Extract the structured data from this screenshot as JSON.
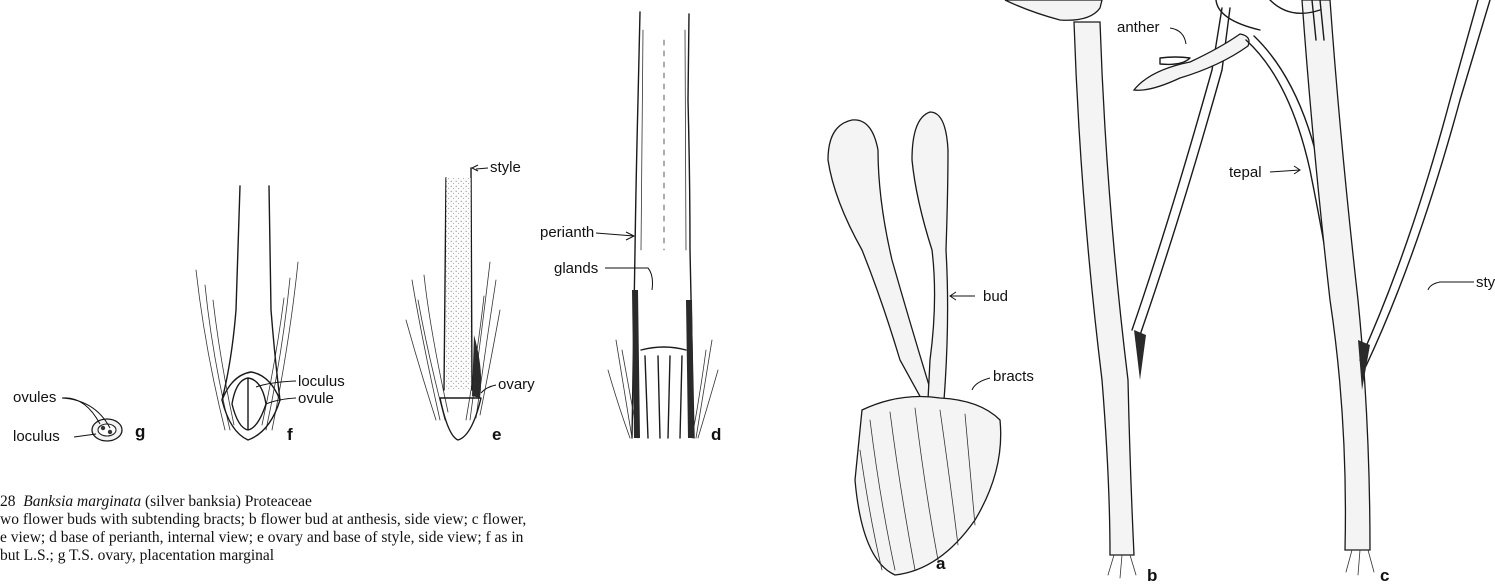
{
  "figure": {
    "labels": {
      "ovules": "ovules",
      "loculus_g": "loculus",
      "loculus_f": "loculus",
      "ovule": "ovule",
      "style_e": "style",
      "ovary": "ovary",
      "perianth": "perianth",
      "glands": "glands",
      "bud": "bud",
      "bracts": "bracts",
      "anther": "anther",
      "tepal": "tepal",
      "style_c": "style"
    },
    "panel_letters": {
      "g": "g",
      "f": "f",
      "e": "e",
      "d": "d",
      "a": "a",
      "b": "b",
      "c": "c"
    }
  },
  "caption": {
    "number": "28",
    "species": "Banksia marginata",
    "common": "(silver banksia)  Proteaceae",
    "line2": "wo flower buds with subtending bracts;  b flower bud at anthesis, side view;   c flower,",
    "line3": "e view;   d base of perianth, internal view;   e ovary and base of style, side view;   f as in",
    "line4": "but L.S.;   g T.S. ovary, placentation marginal"
  }
}
